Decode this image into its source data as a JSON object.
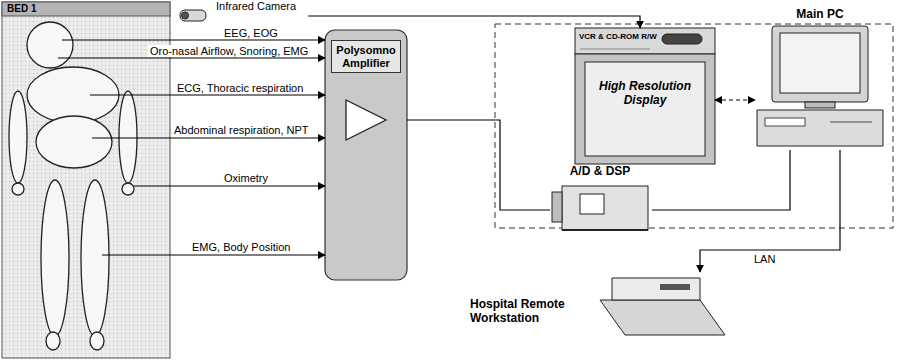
{
  "diagram": {
    "nodes": [
      {
        "text": [
          "BED 1"
        ]
      },
      {
        "text": [
          "Infrared Camera"
        ]
      },
      {
        "text": [
          "Polysomno Amplifier"
        ]
      },
      {
        "text": [
          "VCR & CD-ROM R/W",
          "High Resolution Display"
        ]
      },
      {
        "text": [
          "Main PC"
        ]
      },
      {
        "text": [
          "A/D & DSP"
        ]
      },
      {
        "text": [
          "Hospital Remote Workstation"
        ]
      }
    ],
    "edges": [
      {
        "from": 0,
        "to": 2,
        "arrow": "to",
        "label": "EEG, EOG"
      },
      {
        "from": 0,
        "to": 2,
        "arrow": "to",
        "label": "Oro-nasal Airflow, Snoring, EMG"
      },
      {
        "from": 0,
        "to": 2,
        "arrow": "to",
        "label": "ECG, Thoracic respiration"
      },
      {
        "from": 0,
        "to": 2,
        "arrow": "to",
        "label": "Abdominal respiration, NPT"
      },
      {
        "from": 0,
        "to": 2,
        "arrow": "to",
        "label": "Oximetry"
      },
      {
        "from": 0,
        "to": 2,
        "arrow": "to",
        "label": "EMG, Body Position"
      },
      {
        "from": 1,
        "to": 3,
        "arrow": "to"
      },
      {
        "from": 3,
        "to": 4,
        "arrow": "both"
      },
      {
        "from": 2,
        "to": 5,
        "arrow": "none"
      },
      {
        "from": 5,
        "to": 4,
        "arrow": "none"
      },
      {
        "from": 4,
        "to": 6,
        "arrow": "to",
        "label": "LAN"
      }
    ]
  }
}
